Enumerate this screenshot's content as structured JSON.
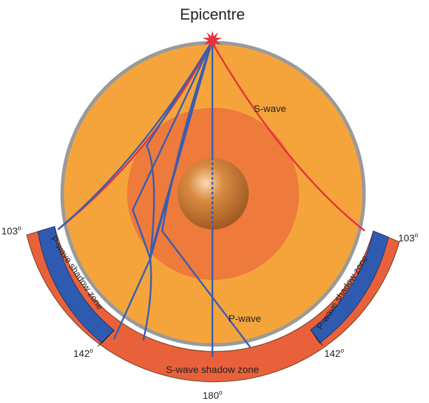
{
  "title": "Epicentre",
  "labels": {
    "s_wave": "S-wave",
    "p_wave": "P-wave",
    "p_shadow_left": "P-wave shadow zone",
    "p_shadow_right": "P-wave shadow zone",
    "s_shadow": "S-wave shadow zone"
  },
  "angles": {
    "left_103": "103",
    "right_103": "103",
    "left_142": "142",
    "right_142": "142",
    "bottom_180": "180",
    "degree_symbol": "o"
  },
  "colors": {
    "mantle": "#F5A43C",
    "outer_core": "#EE7A3C",
    "inner_core": "#B86A25",
    "crust_ring": "#9A9A9A",
    "s_wave": "#E4333A",
    "p_wave": "#3A5DB0",
    "p_shadow_zone": "#2E5BB0",
    "s_shadow_zone": "#E8613A",
    "epicentre_star": "#E4333A"
  }
}
